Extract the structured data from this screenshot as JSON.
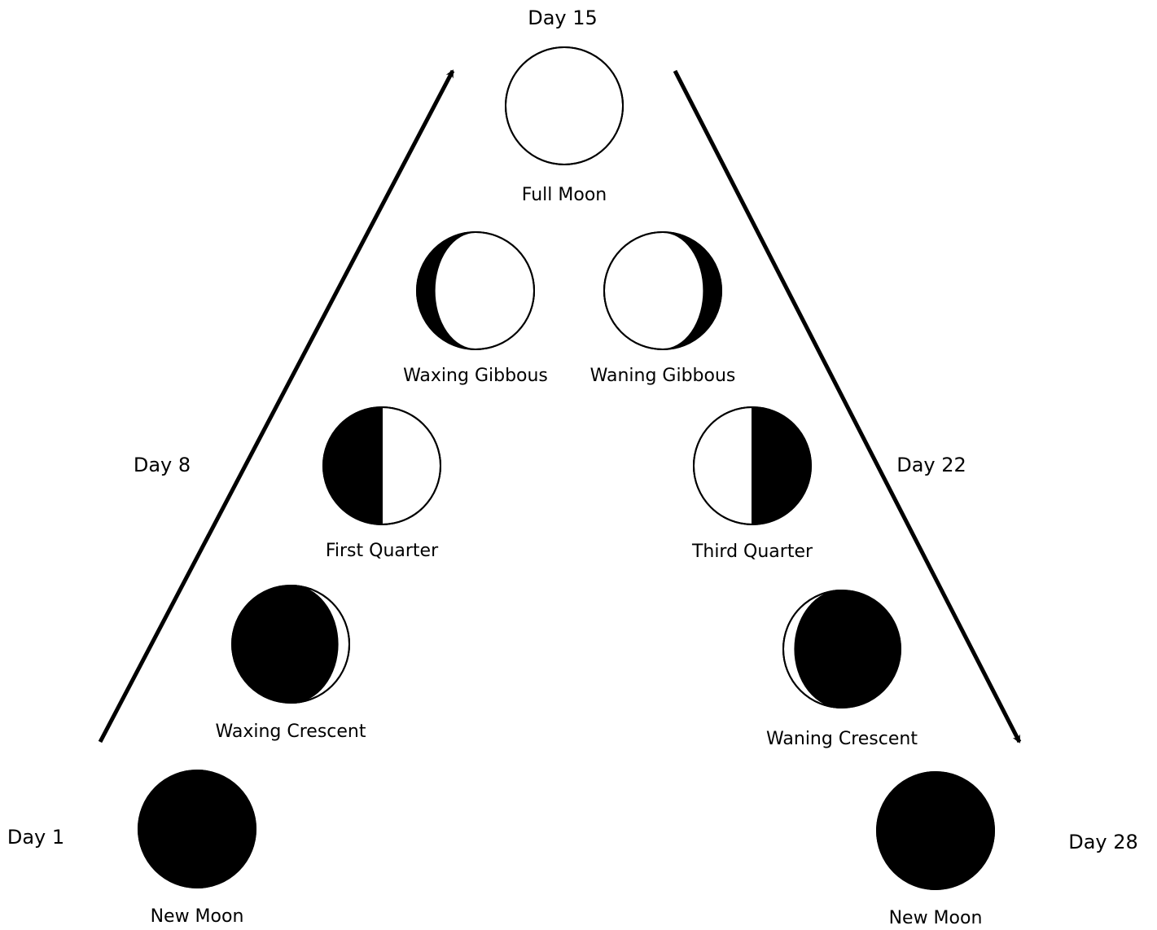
{
  "colors": {
    "dark": "#000000",
    "light": "#ffffff",
    "stroke": "#000000"
  },
  "days": {
    "day1": "Day 1",
    "day8": "Day 8",
    "day15": "Day 15",
    "day22": "Day 22",
    "day28": "Day 28"
  },
  "phases": [
    {
      "key": "new-moon-start",
      "label": "New Moon",
      "illumination": 0,
      "waxing": true
    },
    {
      "key": "waxing-crescent",
      "label": "Waxing Crescent",
      "illumination": 0.1,
      "waxing": true
    },
    {
      "key": "first-quarter",
      "label": "First Quarter",
      "illumination": 0.5,
      "waxing": true
    },
    {
      "key": "waxing-gibbous",
      "label": "Waxing Gibbous",
      "illumination": 0.85,
      "waxing": true
    },
    {
      "key": "full-moon",
      "label": "Full Moon",
      "illumination": 1,
      "waxing": true
    },
    {
      "key": "waning-gibbous",
      "label": "Waning Gibbous",
      "illumination": 0.85,
      "waxing": false
    },
    {
      "key": "third-quarter",
      "label": "Third Quarter",
      "illumination": 0.5,
      "waxing": false
    },
    {
      "key": "waning-crescent",
      "label": "Waning Crescent",
      "illumination": 0.1,
      "waxing": false
    },
    {
      "key": "new-moon-end",
      "label": "New Moon",
      "illumination": 0,
      "waxing": false
    }
  ]
}
